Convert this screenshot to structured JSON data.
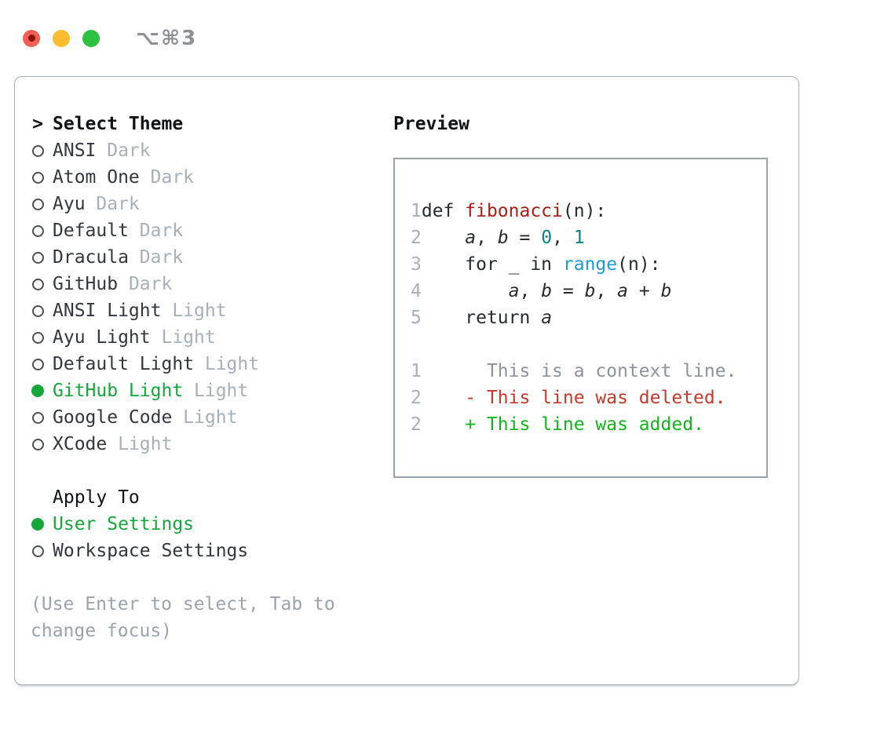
{
  "titlebar": {
    "shortcut": "⌥⌘3",
    "traffic_lights": [
      "close",
      "minimize",
      "zoom"
    ]
  },
  "theme_panel": {
    "header": {
      "prefix": ">",
      "label": "Select Theme"
    },
    "themes": [
      {
        "name": "ANSI",
        "variant": "Dark",
        "selected": false
      },
      {
        "name": "Atom One",
        "variant": "Dark",
        "selected": false
      },
      {
        "name": "Ayu",
        "variant": "Dark",
        "selected": false
      },
      {
        "name": "Default",
        "variant": "Dark",
        "selected": false
      },
      {
        "name": "Dracula",
        "variant": "Dark",
        "selected": false
      },
      {
        "name": "GitHub",
        "variant": "Dark",
        "selected": false
      },
      {
        "name": "ANSI Light",
        "variant": "Light",
        "selected": false
      },
      {
        "name": "Ayu Light",
        "variant": "Light",
        "selected": false
      },
      {
        "name": "Default Light",
        "variant": "Light",
        "selected": false
      },
      {
        "name": "GitHub Light",
        "variant": "Light",
        "selected": true
      },
      {
        "name": "Google Code",
        "variant": "Light",
        "selected": false
      },
      {
        "name": "XCode",
        "variant": "Light",
        "selected": false
      }
    ],
    "apply_to": {
      "label": "Apply To",
      "options": [
        {
          "name": "User Settings",
          "selected": true
        },
        {
          "name": "Workspace Settings",
          "selected": false
        }
      ]
    },
    "help_lines": [
      "(Use Enter to select, Tab to",
      "change focus)"
    ]
  },
  "preview": {
    "header": "Preview",
    "code_lines": [
      {
        "num": "1",
        "segments": [
          {
            "text": "def ",
            "style": "code"
          },
          {
            "text": "fibonacci",
            "style": "func"
          },
          {
            "text": "(n):",
            "style": "code"
          }
        ]
      },
      {
        "num": "2",
        "segments": [
          {
            "text": "    ",
            "style": "code"
          },
          {
            "text": "a",
            "style": "var"
          },
          {
            "text": ", ",
            "style": "code"
          },
          {
            "text": "b",
            "style": "var"
          },
          {
            "text": " = ",
            "style": "code"
          },
          {
            "text": "0",
            "style": "num"
          },
          {
            "text": ", ",
            "style": "code"
          },
          {
            "text": "1",
            "style": "num"
          }
        ]
      },
      {
        "num": "3",
        "segments": [
          {
            "text": "    for _ in ",
            "style": "code"
          },
          {
            "text": "range",
            "style": "builtin"
          },
          {
            "text": "(n):",
            "style": "code"
          }
        ]
      },
      {
        "num": "4",
        "segments": [
          {
            "text": "        ",
            "style": "code"
          },
          {
            "text": "a",
            "style": "var"
          },
          {
            "text": ", ",
            "style": "code"
          },
          {
            "text": "b",
            "style": "var"
          },
          {
            "text": " = ",
            "style": "code"
          },
          {
            "text": "b",
            "style": "var"
          },
          {
            "text": ", ",
            "style": "code"
          },
          {
            "text": "a",
            "style": "var"
          },
          {
            "text": " + ",
            "style": "code"
          },
          {
            "text": "b",
            "style": "var"
          }
        ]
      },
      {
        "num": "5",
        "segments": [
          {
            "text": "    return ",
            "style": "code"
          },
          {
            "text": "a",
            "style": "var"
          }
        ]
      },
      {
        "num": "",
        "segments": []
      },
      {
        "num": "1",
        "segments": [
          {
            "text": "      This is a context line.",
            "style": "context"
          }
        ]
      },
      {
        "num": "2",
        "segments": [
          {
            "text": "    ",
            "style": "code"
          },
          {
            "text": "- This line was deleted.",
            "style": "deleted"
          }
        ]
      },
      {
        "num": "2",
        "segments": [
          {
            "text": "    ",
            "style": "code"
          },
          {
            "text": "+ This line was added.",
            "style": "added"
          }
        ]
      }
    ]
  },
  "colors": {
    "selection_green": "#16a73c",
    "added_green": "#12b51c",
    "deleted_red": "#c6392b",
    "function_red": "#a81d14",
    "number_teal": "#13808a",
    "builtin_blue": "#1b9cd8",
    "muted_gray": "#a6b0ba",
    "traffic_red": "#f45f54",
    "traffic_yellow": "#fbbd2d",
    "traffic_green": "#2ec03f"
  }
}
